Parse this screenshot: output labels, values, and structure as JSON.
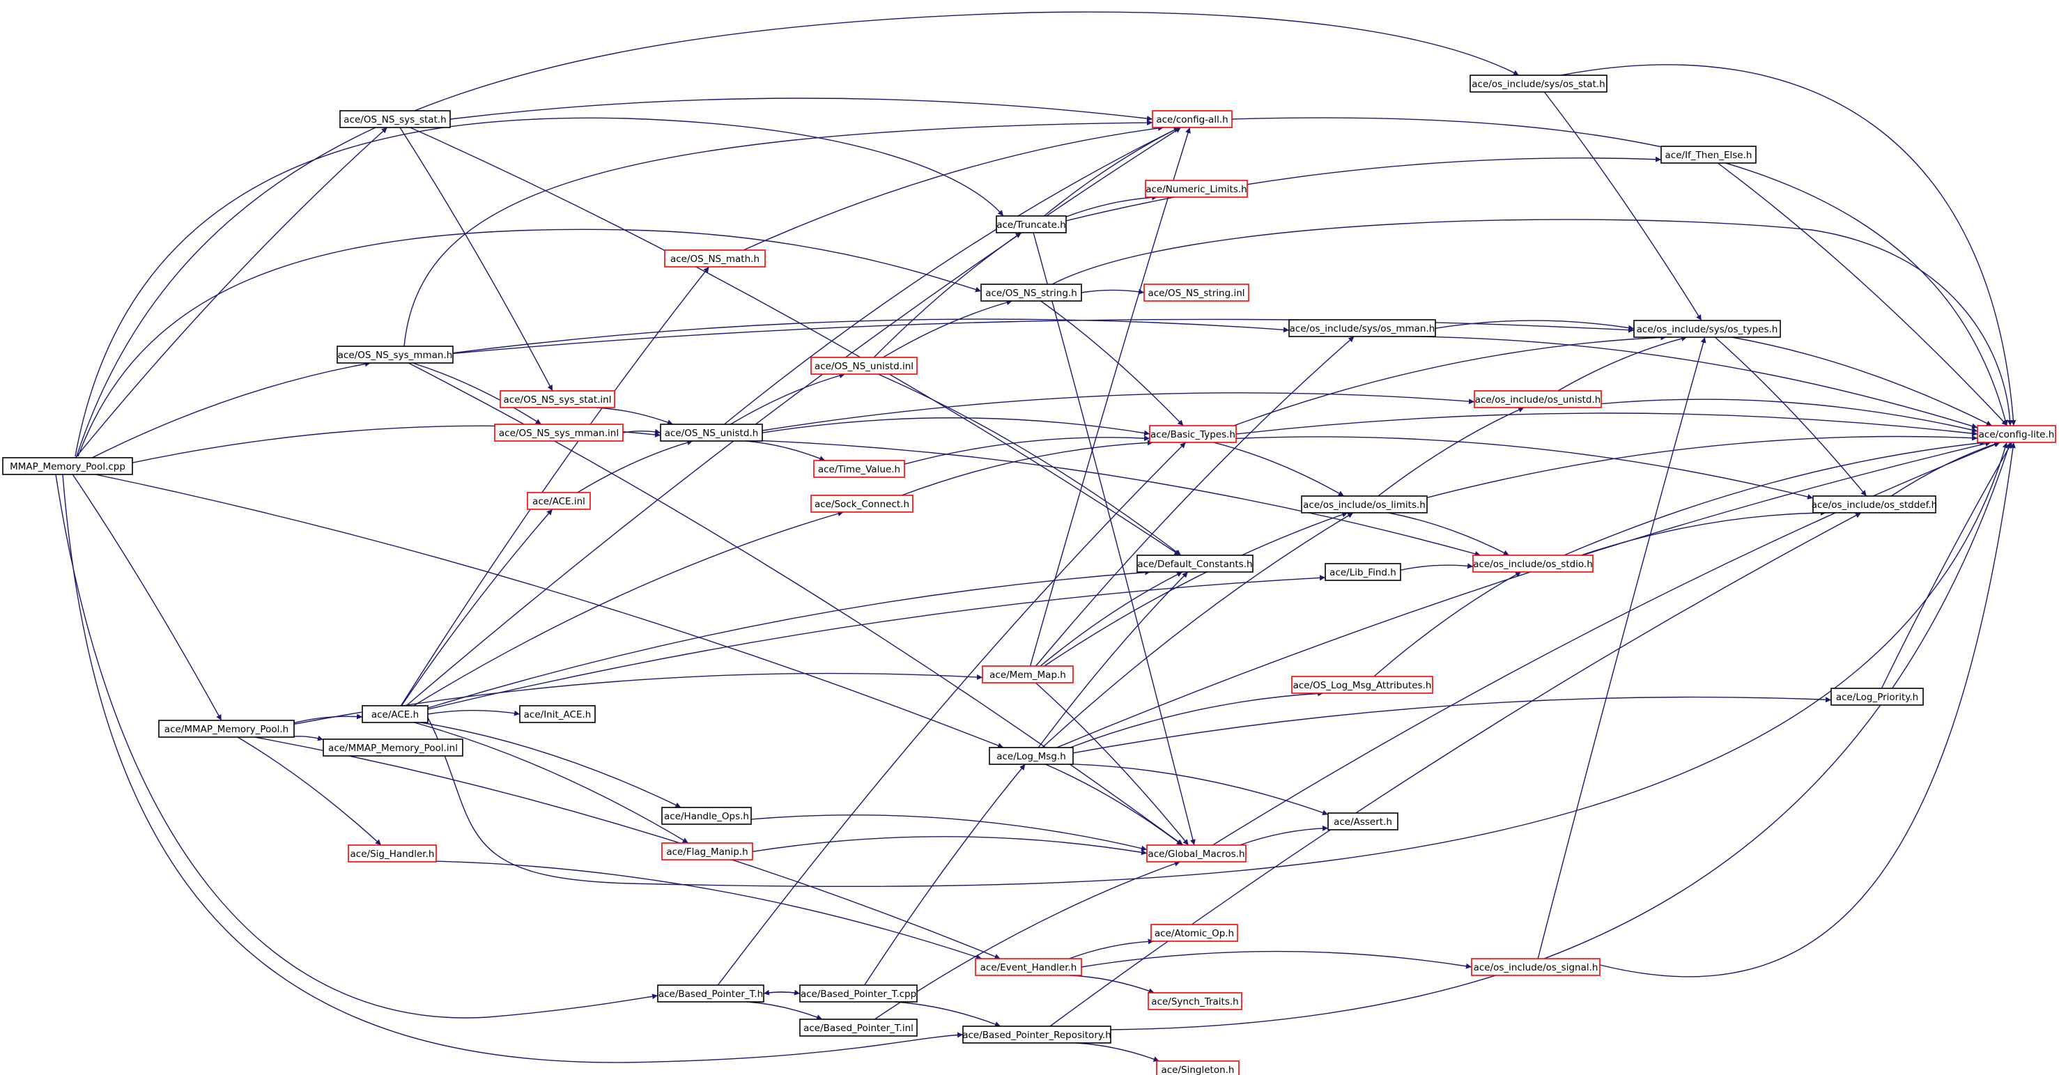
{
  "colors": {
    "edge": "#191970",
    "box_complete": "#000000",
    "box_truncated": "#ff0000",
    "box_root_fill": "#bfbfbf"
  },
  "nodes": [
    {
      "id": "mmap_cpp",
      "label": "MMAP_Memory_Pool.cpp",
      "status": "root"
    },
    {
      "id": "os_ns_sys_stat_h",
      "label": "ace/OS_NS_sys_stat.h",
      "status": "complete"
    },
    {
      "id": "os_stat_h",
      "label": "ace/os_include/sys/os_stat.h",
      "status": "complete"
    },
    {
      "id": "config_all_h",
      "label": "ace/config-all.h",
      "status": "truncated"
    },
    {
      "id": "if_then_else_h",
      "label": "ace/If_Then_Else.h",
      "status": "complete"
    },
    {
      "id": "numeric_limits_h",
      "label": "ace/Numeric_Limits.h",
      "status": "truncated"
    },
    {
      "id": "truncate_h",
      "label": "ace/Truncate.h",
      "status": "complete"
    },
    {
      "id": "os_ns_math_h",
      "label": "ace/OS_NS_math.h",
      "status": "truncated"
    },
    {
      "id": "os_ns_string_h",
      "label": "ace/OS_NS_string.h",
      "status": "complete"
    },
    {
      "id": "os_ns_string_inl",
      "label": "ace/OS_NS_string.inl",
      "status": "truncated"
    },
    {
      "id": "os_mman_h",
      "label": "ace/os_include/sys/os_mman.h",
      "status": "complete"
    },
    {
      "id": "os_types_h",
      "label": "ace/os_include/sys/os_types.h",
      "status": "complete"
    },
    {
      "id": "os_ns_sys_mman_h",
      "label": "ace/OS_NS_sys_mman.h",
      "status": "complete"
    },
    {
      "id": "os_ns_unistd_inl",
      "label": "ace/OS_NS_unistd.inl",
      "status": "truncated"
    },
    {
      "id": "os_ns_sys_stat_inl",
      "label": "ace/OS_NS_sys_stat.inl",
      "status": "truncated"
    },
    {
      "id": "os_unistd_h",
      "label": "ace/os_include/os_unistd.h",
      "status": "truncated"
    },
    {
      "id": "os_ns_sys_mman_inl",
      "label": "ace/OS_NS_sys_mman.inl",
      "status": "truncated"
    },
    {
      "id": "os_ns_unistd_h",
      "label": "ace/OS_NS_unistd.h",
      "status": "complete"
    },
    {
      "id": "basic_types_h",
      "label": "ace/Basic_Types.h",
      "status": "truncated"
    },
    {
      "id": "config_lite_h",
      "label": "ace/config-lite.h",
      "status": "truncated"
    },
    {
      "id": "time_value_h",
      "label": "ace/Time_Value.h",
      "status": "truncated"
    },
    {
      "id": "ace_inl",
      "label": "ace/ACE.inl",
      "status": "truncated"
    },
    {
      "id": "sock_connect_h",
      "label": "ace/Sock_Connect.h",
      "status": "truncated"
    },
    {
      "id": "os_limits_h",
      "label": "ace/os_include/os_limits.h",
      "status": "complete"
    },
    {
      "id": "os_stddef_h",
      "label": "ace/os_include/os_stddef.h",
      "status": "complete"
    },
    {
      "id": "default_constants_h",
      "label": "ace/Default_Constants.h",
      "status": "complete"
    },
    {
      "id": "lib_find_h",
      "label": "ace/Lib_Find.h",
      "status": "complete"
    },
    {
      "id": "os_stdio_h",
      "label": "ace/os_include/os_stdio.h",
      "status": "truncated"
    },
    {
      "id": "mem_map_h",
      "label": "ace/Mem_Map.h",
      "status": "truncated"
    },
    {
      "id": "os_log_msg_attributes_h",
      "label": "ace/OS_Log_Msg_Attributes.h",
      "status": "truncated"
    },
    {
      "id": "mmap_h",
      "label": "ace/MMAP_Memory_Pool.h",
      "status": "complete"
    },
    {
      "id": "ace_h",
      "label": "ace/ACE.h",
      "status": "complete"
    },
    {
      "id": "init_ace_h",
      "label": "ace/Init_ACE.h",
      "status": "complete"
    },
    {
      "id": "mmap_inl",
      "label": "ace/MMAP_Memory_Pool.inl",
      "status": "complete"
    },
    {
      "id": "log_msg_h",
      "label": "ace/Log_Msg.h",
      "status": "complete"
    },
    {
      "id": "log_priority_h",
      "label": "ace/Log_Priority.h",
      "status": "complete"
    },
    {
      "id": "handle_ops_h",
      "label": "ace/Handle_Ops.h",
      "status": "complete"
    },
    {
      "id": "assert_h",
      "label": "ace/Assert.h",
      "status": "complete"
    },
    {
      "id": "sig_handler_h",
      "label": "ace/Sig_Handler.h",
      "status": "truncated"
    },
    {
      "id": "flag_manip_h",
      "label": "ace/Flag_Manip.h",
      "status": "truncated"
    },
    {
      "id": "global_macros_h",
      "label": "ace/Global_Macros.h",
      "status": "truncated"
    },
    {
      "id": "atomic_op_h",
      "label": "ace/Atomic_Op.h",
      "status": "truncated"
    },
    {
      "id": "event_handler_h",
      "label": "ace/Event_Handler.h",
      "status": "truncated"
    },
    {
      "id": "os_signal_h",
      "label": "ace/os_include/os_signal.h",
      "status": "truncated"
    },
    {
      "id": "based_pointer_t_h",
      "label": "ace/Based_Pointer_T.h",
      "status": "complete"
    },
    {
      "id": "based_pointer_t_cpp",
      "label": "ace/Based_Pointer_T.cpp",
      "status": "complete"
    },
    {
      "id": "synch_traits_h",
      "label": "ace/Synch_Traits.h",
      "status": "truncated"
    },
    {
      "id": "based_pointer_t_inl",
      "label": "ace/Based_Pointer_T.inl",
      "status": "complete"
    },
    {
      "id": "based_pointer_repository_h",
      "label": "ace/Based_Pointer_Repository.h",
      "status": "complete"
    },
    {
      "id": "singleton_h",
      "label": "ace/Singleton.h",
      "status": "truncated"
    }
  ],
  "edges": [
    [
      "mmap_cpp",
      "os_ns_sys_stat_h"
    ],
    [
      "mmap_cpp",
      "os_stat_h"
    ],
    [
      "mmap_cpp",
      "truncate_h"
    ],
    [
      "mmap_cpp",
      "os_ns_string_h"
    ],
    [
      "mmap_cpp",
      "os_ns_sys_mman_h"
    ],
    [
      "mmap_cpp",
      "os_ns_unistd_h"
    ],
    [
      "mmap_cpp",
      "mmap_h"
    ],
    [
      "mmap_cpp",
      "log_msg_h"
    ],
    [
      "mmap_cpp",
      "based_pointer_t_h"
    ],
    [
      "mmap_cpp",
      "based_pointer_repository_h"
    ],
    [
      "os_ns_sys_stat_h",
      "config_all_h"
    ],
    [
      "os_ns_sys_stat_h",
      "os_ns_sys_stat_inl"
    ],
    [
      "os_ns_sys_stat_h",
      "default_constants_h"
    ],
    [
      "os_stat_h",
      "os_types_h"
    ],
    [
      "os_stat_h",
      "config_lite_h"
    ],
    [
      "config_all_h",
      "config_lite_h"
    ],
    [
      "if_then_else_h",
      "config_lite_h"
    ],
    [
      "truncate_h",
      "config_all_h"
    ],
    [
      "truncate_h",
      "if_then_else_h"
    ],
    [
      "truncate_h",
      "numeric_limits_h"
    ],
    [
      "truncate_h",
      "global_macros_h"
    ],
    [
      "os_ns_math_h",
      "config_all_h"
    ],
    [
      "os_ns_string_h",
      "os_ns_string_inl"
    ],
    [
      "os_ns_string_h",
      "basic_types_h"
    ],
    [
      "os_ns_string_h",
      "config_lite_h"
    ],
    [
      "os_mman_h",
      "os_types_h"
    ],
    [
      "os_mman_h",
      "config_lite_h"
    ],
    [
      "os_types_h",
      "config_lite_h"
    ],
    [
      "os_types_h",
      "os_stddef_h"
    ],
    [
      "os_ns_sys_mman_h",
      "os_mman_h"
    ],
    [
      "os_ns_sys_mman_h",
      "os_ns_sys_mman_inl"
    ],
    [
      "os_ns_sys_mman_h",
      "config_all_h"
    ],
    [
      "os_ns_sys_mman_h",
      "os_types_h"
    ],
    [
      "os_ns_sys_mman_h",
      "global_macros_h"
    ],
    [
      "os_ns_unistd_inl",
      "truncate_h"
    ],
    [
      "os_ns_unistd_inl",
      "os_ns_string_h"
    ],
    [
      "os_ns_unistd_inl",
      "default_constants_h"
    ],
    [
      "os_ns_sys_stat_inl",
      "os_ns_unistd_h"
    ],
    [
      "os_unistd_h",
      "os_types_h"
    ],
    [
      "os_unistd_h",
      "config_lite_h"
    ],
    [
      "os_ns_sys_mman_inl",
      "os_ns_unistd_h"
    ],
    [
      "os_ns_unistd_h",
      "os_ns_unistd_inl"
    ],
    [
      "os_ns_unistd_h",
      "config_all_h"
    ],
    [
      "os_ns_unistd_h",
      "os_unistd_h"
    ],
    [
      "os_ns_unistd_h",
      "basic_types_h"
    ],
    [
      "os_ns_unistd_h",
      "time_value_h"
    ],
    [
      "os_ns_unistd_h",
      "os_stdio_h"
    ],
    [
      "basic_types_h",
      "config_lite_h"
    ],
    [
      "basic_types_h",
      "os_limits_h"
    ],
    [
      "basic_types_h",
      "os_stddef_h"
    ],
    [
      "basic_types_h",
      "os_types_h"
    ],
    [
      "time_value_h",
      "basic_types_h"
    ],
    [
      "ace_inl",
      "os_ns_unistd_h"
    ],
    [
      "sock_connect_h",
      "basic_types_h"
    ],
    [
      "os_limits_h",
      "os_unistd_h"
    ],
    [
      "os_limits_h",
      "os_stdio_h"
    ],
    [
      "os_limits_h",
      "config_lite_h"
    ],
    [
      "os_stddef_h",
      "config_lite_h"
    ],
    [
      "lib_find_h",
      "os_stdio_h"
    ],
    [
      "os_stdio_h",
      "os_stddef_h"
    ],
    [
      "os_stdio_h",
      "config_lite_h"
    ],
    [
      "mem_map_h",
      "default_constants_h"
    ],
    [
      "mem_map_h",
      "os_mman_h"
    ],
    [
      "mem_map_h",
      "os_limits_h"
    ],
    [
      "mem_map_h",
      "global_macros_h"
    ],
    [
      "mem_map_h",
      "config_all_h"
    ],
    [
      "os_log_msg_attributes_h",
      "os_stdio_h"
    ],
    [
      "mmap_h",
      "ace_h"
    ],
    [
      "mmap_h",
      "mmap_inl"
    ],
    [
      "mmap_h",
      "mem_map_h"
    ],
    [
      "mmap_h",
      "sig_handler_h"
    ],
    [
      "mmap_h",
      "event_handler_h"
    ],
    [
      "ace_h",
      "init_ace_h"
    ],
    [
      "ace_h",
      "ace_inl"
    ],
    [
      "ace_h",
      "os_ns_math_h"
    ],
    [
      "ace_h",
      "sock_connect_h"
    ],
    [
      "ace_h",
      "default_constants_h"
    ],
    [
      "ace_h",
      "handle_ops_h"
    ],
    [
      "ace_h",
      "flag_manip_h"
    ],
    [
      "ace_h",
      "lib_find_h"
    ],
    [
      "ace_h",
      "config_all_h"
    ],
    [
      "ace_h",
      "config_lite_h"
    ],
    [
      "log_msg_h",
      "default_constants_h"
    ],
    [
      "log_msg_h",
      "log_priority_h"
    ],
    [
      "log_msg_h",
      "assert_h"
    ],
    [
      "log_msg_h",
      "global_macros_h"
    ],
    [
      "log_msg_h",
      "os_log_msg_attributes_h"
    ],
    [
      "log_msg_h",
      "config_lite_h"
    ],
    [
      "log_msg_h",
      "os_limits_h"
    ],
    [
      "log_priority_h",
      "config_lite_h"
    ],
    [
      "handle_ops_h",
      "global_macros_h"
    ],
    [
      "sig_handler_h",
      "event_handler_h"
    ],
    [
      "flag_manip_h",
      "global_macros_h"
    ],
    [
      "global_macros_h",
      "assert_h"
    ],
    [
      "global_macros_h",
      "config_lite_h"
    ],
    [
      "event_handler_h",
      "atomic_op_h"
    ],
    [
      "event_handler_h",
      "os_signal_h"
    ],
    [
      "event_handler_h",
      "synch_traits_h"
    ],
    [
      "os_signal_h",
      "os_types_h"
    ],
    [
      "os_signal_h",
      "config_lite_h"
    ],
    [
      "based_pointer_t_h",
      "based_pointer_t_cpp"
    ],
    [
      "based_pointer_t_h",
      "based_pointer_t_inl"
    ],
    [
      "based_pointer_t_h",
      "basic_types_h"
    ],
    [
      "based_pointer_t_cpp",
      "based_pointer_t_h"
    ],
    [
      "based_pointer_t_cpp",
      "based_pointer_repository_h"
    ],
    [
      "based_pointer_t_cpp",
      "log_msg_h"
    ],
    [
      "based_pointer_t_inl",
      "global_macros_h"
    ],
    [
      "based_pointer_repository_h",
      "singleton_h"
    ],
    [
      "based_pointer_repository_h",
      "os_stddef_h"
    ],
    [
      "based_pointer_repository_h",
      "config_lite_h"
    ]
  ]
}
